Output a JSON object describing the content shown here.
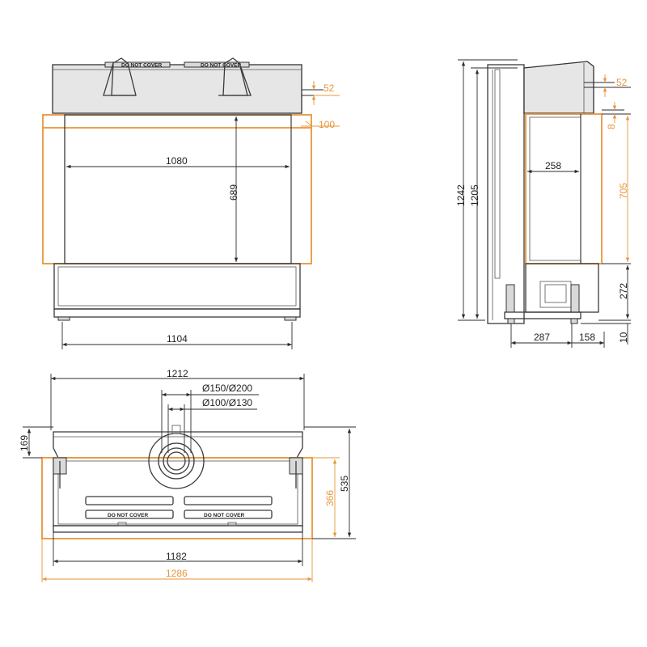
{
  "colors": {
    "line": "#333333",
    "accent": "#e8953a",
    "fill": "#e6e6e6"
  },
  "front_view": {
    "top_right_offset": "52",
    "side_offset": "100",
    "glass_width": "1080",
    "glass_height": "689",
    "body_width": "1104",
    "cover_label_left": "DO NOT COVER",
    "cover_label_right": "DO NOT COVER"
  },
  "side_view": {
    "total_height": "1242",
    "body_height": "1205",
    "top_offset": "52",
    "gap": "8",
    "glass_height": "705",
    "glass_depth": "258",
    "base_height": "272",
    "foot_height": "10",
    "depth": "287",
    "front_depth": "158"
  },
  "top_view": {
    "total_width": "1212",
    "flue_outer": "Ø150/Ø200",
    "flue_inner": "Ø100/Ø130",
    "rear_depth": "169",
    "total_depth": "535",
    "front_depth": "366",
    "inner_width": "1182",
    "outer_width": "1286",
    "cover_label_left": "DO NOT COVER",
    "cover_label_right": "DO NOT COVER"
  }
}
